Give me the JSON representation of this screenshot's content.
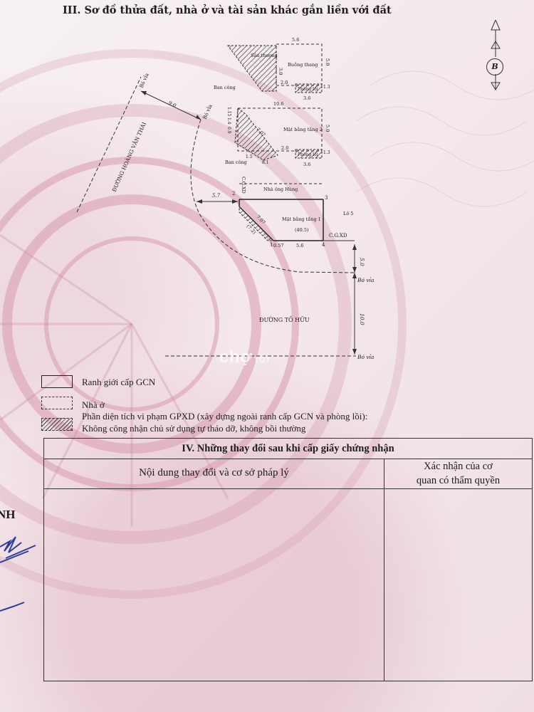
{
  "section_title": "III. Sơ đồ thửa đất, nhà ở và tài sản khác gắn liền với đất",
  "plan": {
    "rooftop": {
      "san_thuong": "Sân thượng",
      "buong_thang": "Buồng thang",
      "ban_cong": "Ban công",
      "phong_loi": "Phòng lồi",
      "dim_top": "5.6",
      "dim_left": "3.0",
      "dim_right": "5.0",
      "dim_mid": "2.0",
      "dim_pl": "1.3",
      "dim_bottom": "3.6"
    },
    "floor2": {
      "label": "Mặt bằng tầng 2",
      "ban_cong": "Ban công",
      "phong_loi": "Phòng lồi",
      "dim_top": "10.6",
      "dim_115": "1.15",
      "dim_14": "1.4",
      "dim_09": "0.9",
      "dim_diag": "7.07",
      "dim_right": "5.0",
      "dim_mid": "2.0",
      "dim_pl": "1.3",
      "dim_bottom": "3.6",
      "dim_81": "8.1",
      "dim_15": "1.5"
    },
    "floor1": {
      "label": "Mặt bằng tầng 1",
      "area": "(40.5)",
      "neighbor": "Nhà ông Hùng",
      "cgxd_left": "C.G.XD",
      "cgxd_right": "C.G.XD",
      "dim_57": "5.7",
      "dim_diag": "7.07",
      "dim_72": "(7.2)",
      "dim_bottom": "5.6",
      "dim_057": "0.57",
      "lo": "Lô 5",
      "p1": "1",
      "p2": "2",
      "p3": "3",
      "p4": "4"
    },
    "roads": {
      "hoang_van_thai": "ĐƯỜNG HOÀNG VĂN THÁI",
      "to_huu": "ĐƯỜNG TỐ HỮU",
      "bo_via_1": "Bó vỉa",
      "bo_via_2": "Bó vỉa",
      "bo_via_3": "Bó vỉa",
      "bo_via_4": "Bó vỉa",
      "dim_9": "9.0",
      "dim_5": "5.0",
      "dim_10": "10.0"
    }
  },
  "legend": {
    "boundary": "Ranh giới cấp GCN",
    "house": "Nhà ở",
    "violation_line1": "Phần diện tích vi phạm GPXD (xây dựng ngoài ranh cấp GCN và phòng lồi):",
    "violation_line2": "Không công nhận chủ sử dụng tự tháo dỡ, không bồi thường"
  },
  "changes": {
    "title": "IV. Những thay đổi sau khi cấp giấy chứng nhận",
    "col1": "Nội dung thay đổi và cơ sở pháp lý",
    "col2_line1": "Xác nhận của cơ",
    "col2_line2": "quan có thẩm quyền"
  },
  "margin_text": "NH",
  "watermark": {
    "part1": "chợ",
    "part2": "TỐT"
  },
  "badge": "B"
}
